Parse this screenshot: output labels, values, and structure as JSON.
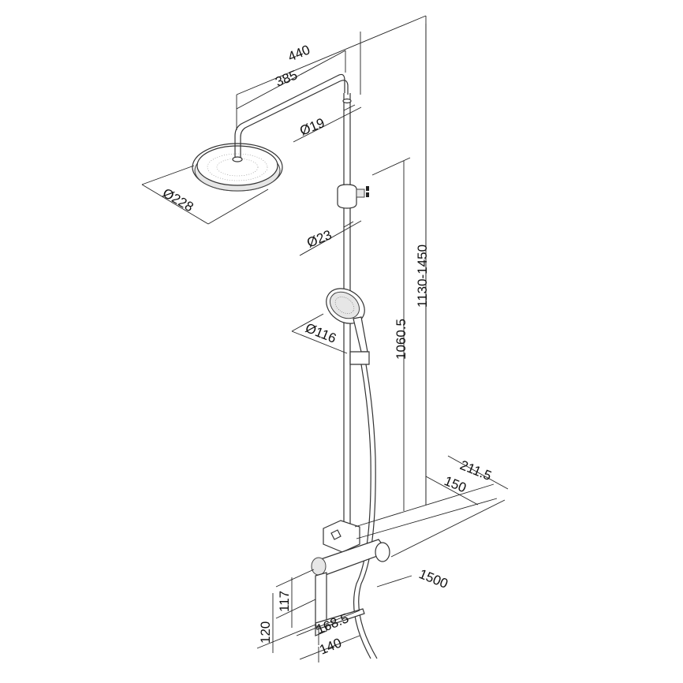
{
  "diagram": {
    "dimensions": {
      "width_440": "440",
      "width_385": "385",
      "dia_19": "Ø19",
      "dia_228": "Ø228",
      "dia_23": "Ø23",
      "height_1130_1450": "1130-1450",
      "dia_116": "Ø116",
      "height_1060_5": "1060.5",
      "depth_211_5": "211.5",
      "depth_150": "150",
      "hose_1500": "1500",
      "height_117": "117",
      "height_120": "120",
      "spout_168_5": "168.5",
      "spout_140": "140"
    }
  }
}
